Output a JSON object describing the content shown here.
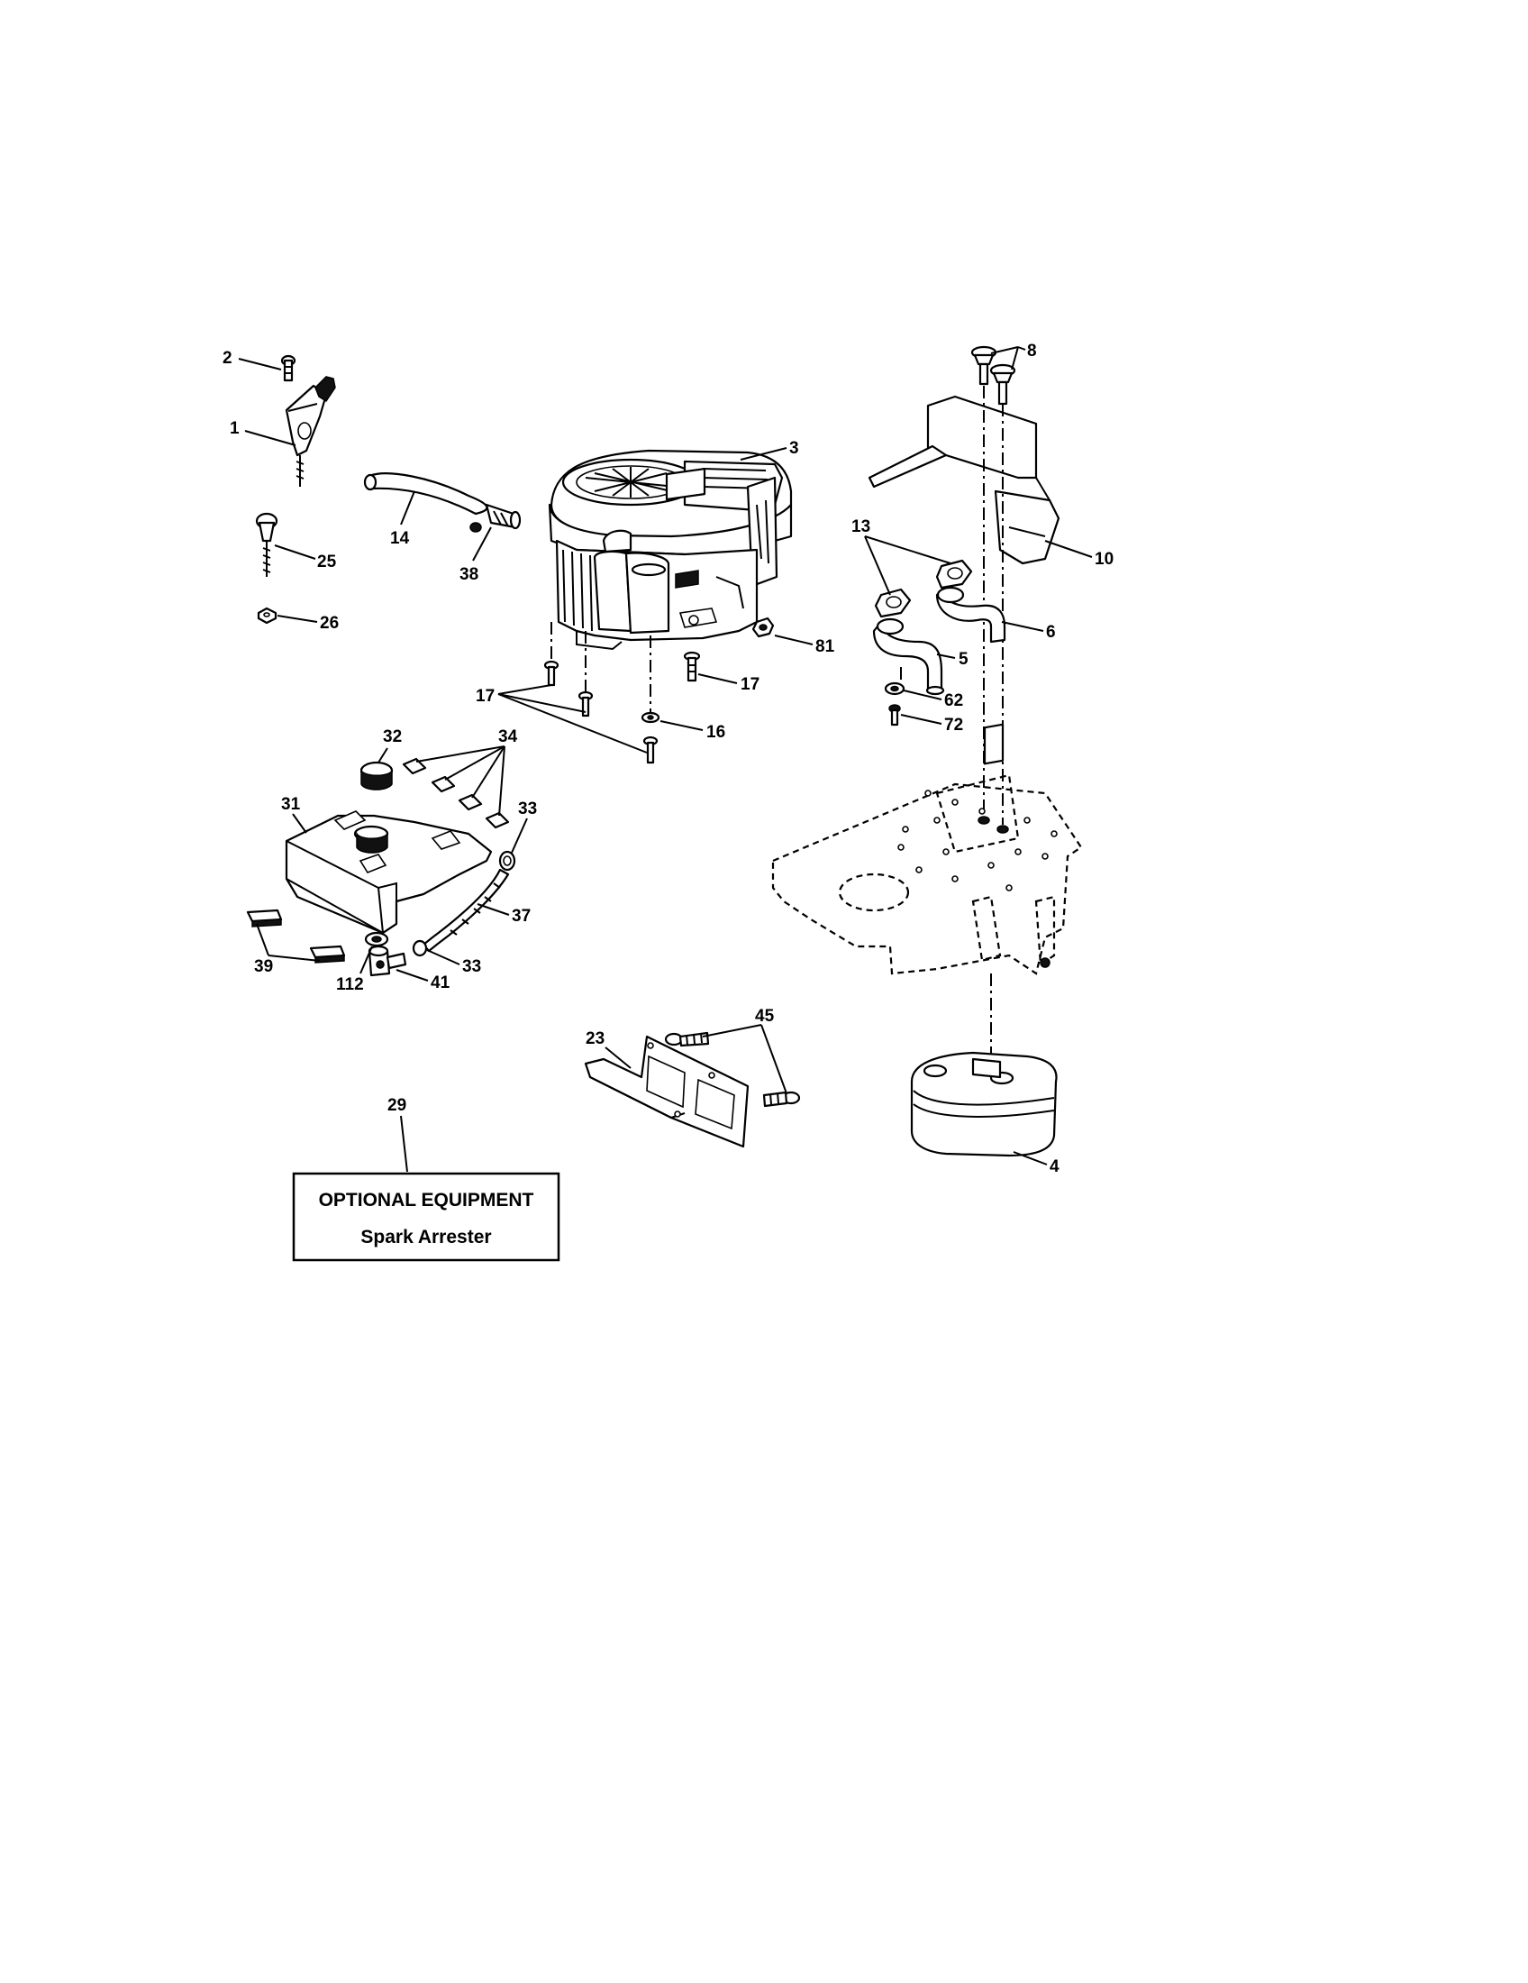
{
  "callouts": [
    {
      "id": "c2",
      "label": "2"
    },
    {
      "id": "c1",
      "label": "1"
    },
    {
      "id": "c25",
      "label": "25"
    },
    {
      "id": "c26",
      "label": "26"
    },
    {
      "id": "c14",
      "label": "14"
    },
    {
      "id": "c38",
      "label": "38"
    },
    {
      "id": "c3",
      "label": "3"
    },
    {
      "id": "c81",
      "label": "81"
    },
    {
      "id": "c17a",
      "label": "17"
    },
    {
      "id": "c17b",
      "label": "17"
    },
    {
      "id": "c16",
      "label": "16"
    },
    {
      "id": "c8",
      "label": "8"
    },
    {
      "id": "c10",
      "label": "10"
    },
    {
      "id": "c13",
      "label": "13"
    },
    {
      "id": "c6",
      "label": "6"
    },
    {
      "id": "c5",
      "label": "5"
    },
    {
      "id": "c62",
      "label": "62"
    },
    {
      "id": "c72",
      "label": "72"
    },
    {
      "id": "c32",
      "label": "32"
    },
    {
      "id": "c34",
      "label": "34"
    },
    {
      "id": "c31",
      "label": "31"
    },
    {
      "id": "c33a",
      "label": "33"
    },
    {
      "id": "c37",
      "label": "37"
    },
    {
      "id": "c33b",
      "label": "33"
    },
    {
      "id": "c39",
      "label": "39"
    },
    {
      "id": "c112",
      "label": "112"
    },
    {
      "id": "c41",
      "label": "41"
    },
    {
      "id": "c45",
      "label": "45"
    },
    {
      "id": "c23",
      "label": "23"
    },
    {
      "id": "c4",
      "label": "4"
    },
    {
      "id": "c29",
      "label": "29"
    }
  ],
  "optional_box": {
    "title": "OPTIONAL EQUIPMENT",
    "subtitle": "Spark Arrester"
  }
}
